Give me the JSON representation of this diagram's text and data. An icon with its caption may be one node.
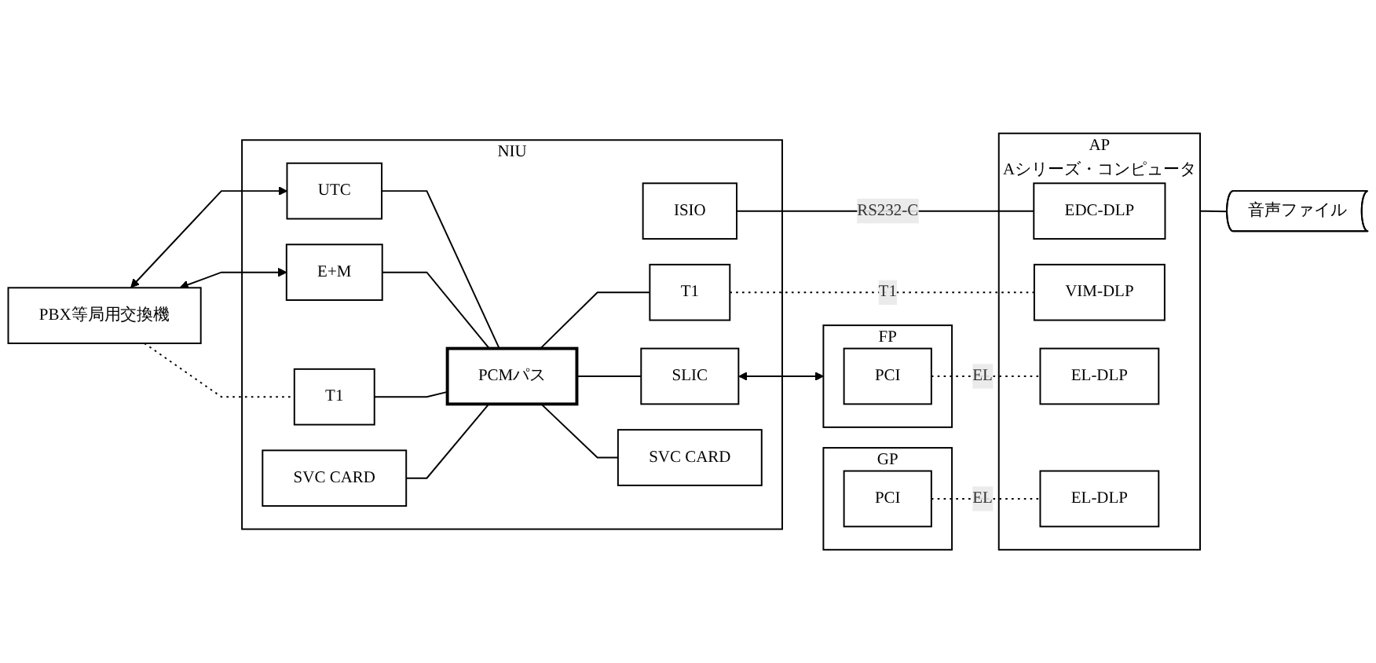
{
  "diagram": {
    "nodes": [
      {
        "text": [
          "PBX等局用交換機"
        ]
      },
      {
        "text": [
          "NIU"
        ]
      },
      {
        "text": [
          "UTC"
        ],
        "in": 1
      },
      {
        "text": [
          "ISIO"
        ],
        "in": 1
      },
      {
        "text": [
          "E+M"
        ],
        "in": 1
      },
      {
        "text": [
          "T1"
        ],
        "in": 1
      },
      {
        "text": [
          "T1"
        ],
        "in": 1
      },
      {
        "text": [
          "SLIC"
        ],
        "in": 1
      },
      {
        "text": [
          "SVC CARD"
        ],
        "in": 1
      },
      {
        "text": [
          "SVC CARD"
        ],
        "in": 1
      },
      {
        "text": [
          "PCMパス"
        ],
        "in": 1
      },
      {
        "text": [
          "FP"
        ]
      },
      {
        "text": [
          "PCI"
        ],
        "in": 11
      },
      {
        "text": [
          "GP"
        ]
      },
      {
        "text": [
          "PCI"
        ],
        "in": 13
      },
      {
        "text": [
          "AP",
          "Aシリーズ・コンピュータ"
        ]
      },
      {
        "text": [
          "EDC-DLP"
        ],
        "in": 15
      },
      {
        "text": [
          "VIM-DLP"
        ],
        "in": 15
      },
      {
        "text": [
          "EL-DLP"
        ],
        "in": 15
      },
      {
        "text": [
          "EL-DLP"
        ],
        "in": 15
      },
      {
        "text": [
          "音声ファイル"
        ]
      }
    ],
    "edges": [
      {
        "from": 0,
        "to": 2,
        "arrow": "both"
      },
      {
        "from": 0,
        "to": 4,
        "arrow": "both"
      },
      {
        "from": 0,
        "to": 6,
        "arrow": "none",
        "style": "dashed"
      },
      {
        "from": 2,
        "to": 10,
        "arrow": "none"
      },
      {
        "from": 4,
        "to": 10,
        "arrow": "none"
      },
      {
        "from": 10,
        "to": 5,
        "arrow": "none"
      },
      {
        "from": 6,
        "to": 10,
        "arrow": "none"
      },
      {
        "from": 10,
        "to": 7,
        "arrow": "none"
      },
      {
        "from": 8,
        "to": 10,
        "arrow": "none"
      },
      {
        "from": 10,
        "to": 9,
        "arrow": "none"
      },
      {
        "from": 3,
        "to": 16,
        "arrow": "none",
        "label": "RS232-C"
      },
      {
        "from": 5,
        "to": 17,
        "arrow": "none",
        "label": "T1",
        "style": "dashed"
      },
      {
        "from": 7,
        "to": 11,
        "arrow": "both"
      },
      {
        "from": 12,
        "to": 18,
        "arrow": "none",
        "label": "EL",
        "style": "dashed"
      },
      {
        "from": 14,
        "to": 19,
        "arrow": "none",
        "label": "EL",
        "style": "dashed"
      },
      {
        "from": 15,
        "to": 20,
        "arrow": "none"
      }
    ]
  }
}
